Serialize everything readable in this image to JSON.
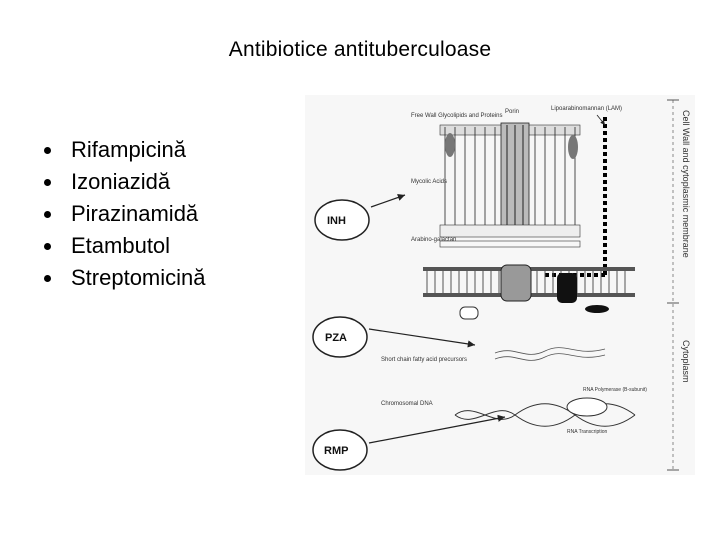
{
  "slide": {
    "title": "Antibiotice  antituberculoase",
    "drugs": [
      "Rifampicină",
      "Izoniazidă",
      "Pirazinamidă",
      "Etambutol",
      "Streptomicină"
    ]
  },
  "figure": {
    "labels": {
      "cell_wall_glycolipids": "Free Wall Glycolipids and Proteins",
      "porin": "Porin",
      "lam": "Lipoarabinomannan (LAM)",
      "mycolic_acids": "Mycolic Acids",
      "arabinogalactan": "Arabino-galactan",
      "cell_wall_membrane": "Cell Wall and cytoplasmic membrane",
      "cytoplasm": "Cytoplasm",
      "short_chain": "Short chain fatty acid precursors",
      "chromosomal_dna": "Chromosomal DNA",
      "rna_polymerase": "RNA Polymerase (B-subunit)",
      "rna_transcription": "RNA Transcription"
    },
    "drug_labels": {
      "inh": "INH",
      "pza": "PZA",
      "rmp": "RMP"
    }
  }
}
